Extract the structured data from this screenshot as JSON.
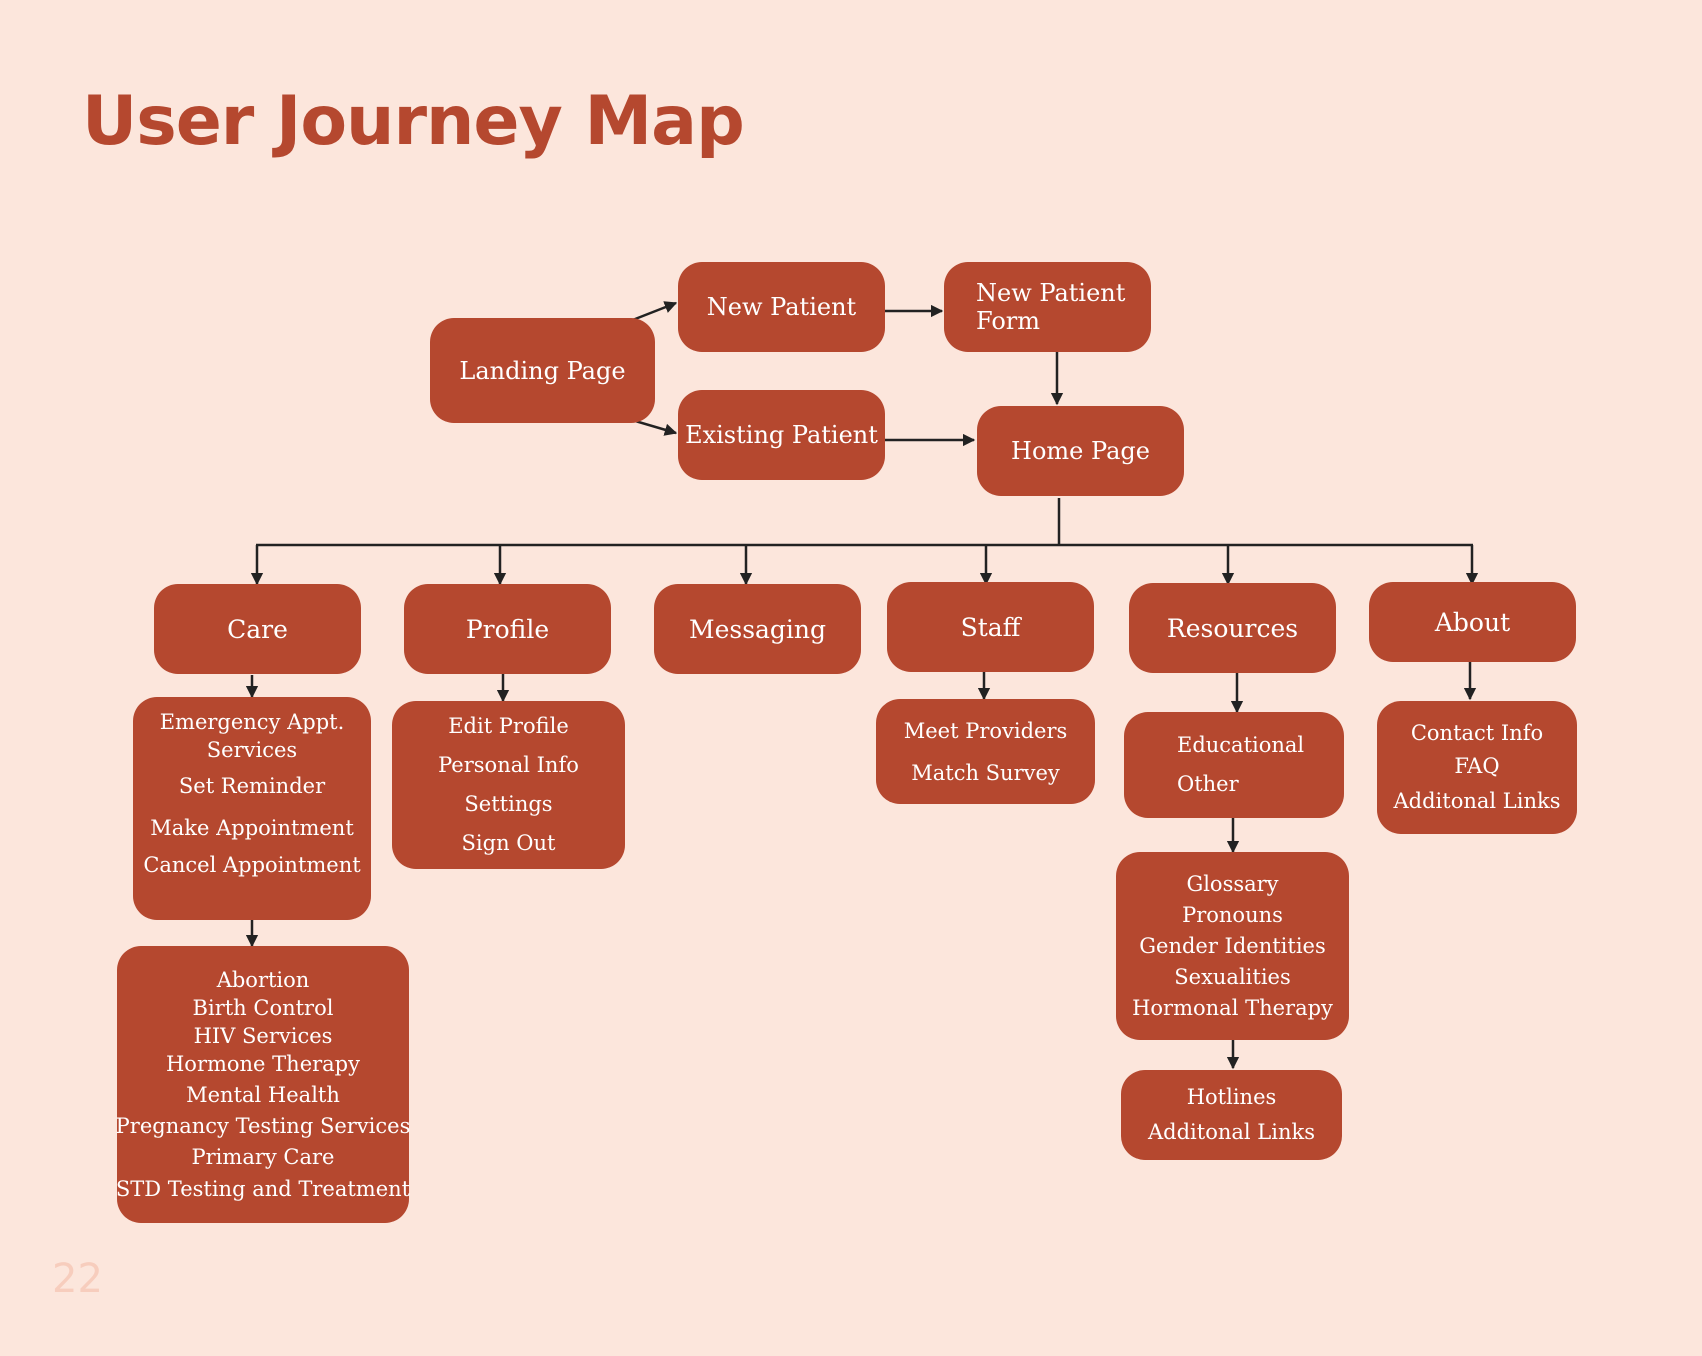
{
  "title": "User Journey Map",
  "page_number": "22",
  "colors": {
    "background": "#fce6dc",
    "node_fill": "#b5482f",
    "node_text": "#ffffff",
    "title": "#b5482f",
    "connector": "#222222"
  },
  "nodes": {
    "landing": "Landing Page",
    "new_patient": "New Patient",
    "new_patient_form": "New Patient\nForm",
    "existing_patient": "Existing Patient",
    "home": "Home Page",
    "care": "Care",
    "profile": "Profile",
    "messaging": "Messaging",
    "staff": "Staff",
    "resources": "Resources",
    "about": "About"
  },
  "lists": {
    "care_actions": [
      "Emergency Appt.",
      "Services",
      "Set Reminder",
      "Make Appointment",
      "Cancel Appointment"
    ],
    "care_services": [
      "Abortion",
      "Birth Control",
      "HIV Services",
      "Hormone Therapy",
      "Mental Health",
      "Pregnancy Testing Services",
      "Primary Care",
      "STD Testing and Treatment"
    ],
    "profile_items": [
      "Edit Profile",
      "Personal Info",
      "Settings",
      "Sign Out"
    ],
    "staff_items": [
      "Meet Providers",
      "Match Survey"
    ],
    "resources_top": [
      "Educational",
      "Other"
    ],
    "resources_glossary": [
      "Glossary",
      "Pronouns",
      "Gender Identities",
      "Sexualities",
      "Hormonal Therapy"
    ],
    "resources_other": [
      "Hotlines",
      "Additonal Links"
    ],
    "about_items": [
      "Contact Info",
      "FAQ",
      "Additonal Links"
    ]
  }
}
